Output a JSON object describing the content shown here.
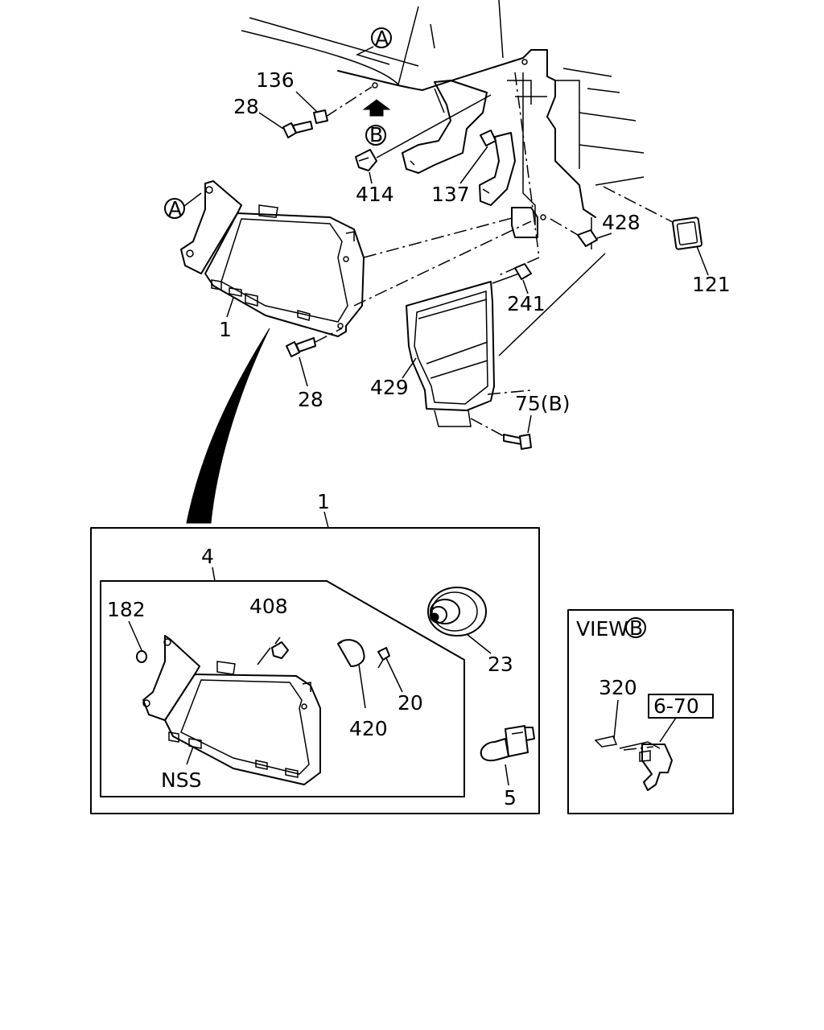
{
  "callouts": {
    "a_top": "A",
    "a_left": "A",
    "b_top": "B",
    "b_view": "B"
  },
  "labels": {
    "l136": "136",
    "l28_top": "28",
    "l414": "414",
    "l137": "137",
    "l428": "428",
    "l121": "121",
    "l1": "1",
    "l241": "241",
    "l28_bottom": "28",
    "l429": "429",
    "l75b": "75(B)",
    "l1_box": "1",
    "l4": "4",
    "l182": "182",
    "l408": "408",
    "l23": "23",
    "l20": "20",
    "l420": "420",
    "lnss": "NSS",
    "l5": "5"
  },
  "view_box": {
    "title": "VIEW",
    "l320": "320",
    "ref": "6-70"
  },
  "icons": [
    "circle-callout",
    "direction-arrow-up",
    "bolt",
    "clip",
    "lamp-housing",
    "bulb",
    "dust-cover"
  ]
}
